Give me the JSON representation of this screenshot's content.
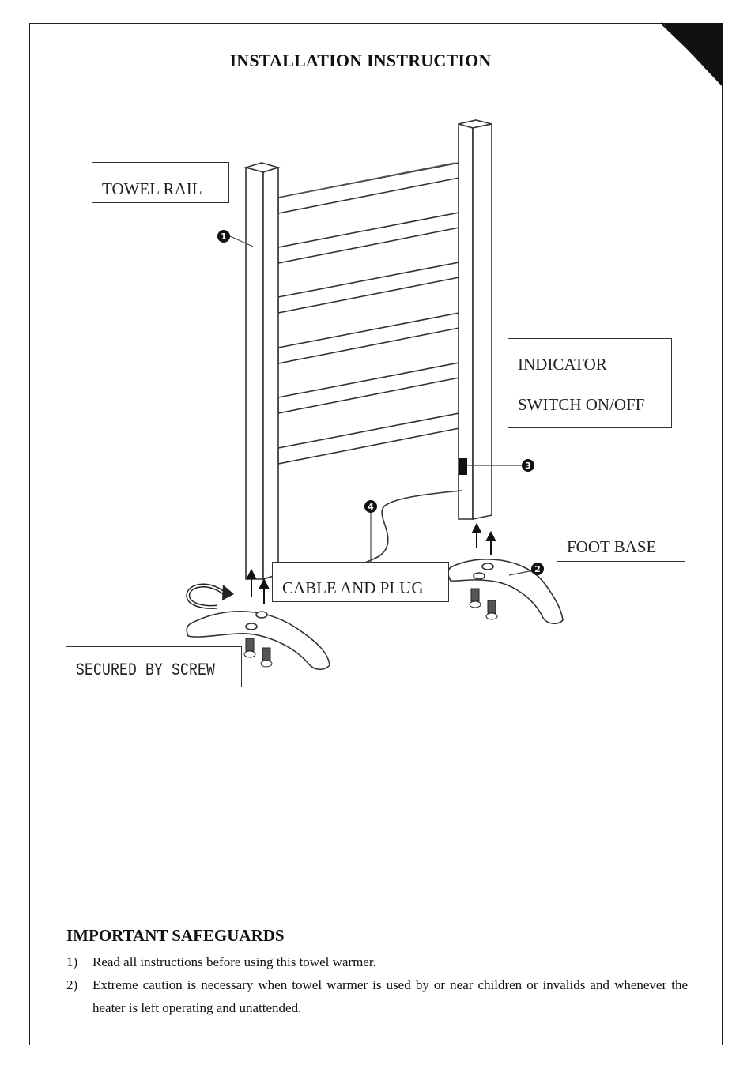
{
  "title": "INSTALLATION INSTRUCTION",
  "labels": {
    "towel_rail": "TOWEL RAIL",
    "indicator_line1": "INDICATOR",
    "indicator_line2": "SWITCH ON/OFF",
    "foot_base": "FOOT BASE",
    "cable_and_plug": "CABLE AND PLUG",
    "secured_by_screw": "SECURED BY SCREW"
  },
  "callouts": [
    "1",
    "2",
    "3",
    "4"
  ],
  "safeguards": {
    "heading": "IMPORTANT SAFEGUARDS",
    "items": [
      {
        "num": "1)",
        "text": "Read all instructions before using this towel warmer."
      },
      {
        "num": "2)",
        "text": "Extreme caution is necessary when towel warmer is used by or near children or invalids and whenever the heater is left operating and unattended."
      }
    ]
  }
}
